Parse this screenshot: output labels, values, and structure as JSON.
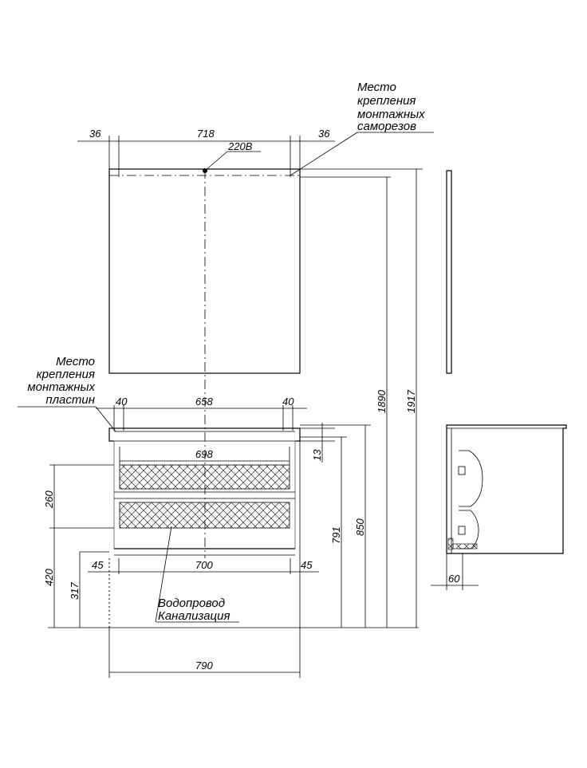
{
  "labels": {
    "mirror_mount_line1": "Место",
    "mirror_mount_line2": "крепления",
    "mirror_mount_line3": "монтажных",
    "mirror_mount_line4": "саморезов",
    "cabinet_mount_line1": "Место",
    "cabinet_mount_line2": "крепления",
    "cabinet_mount_line3": "монтажных",
    "cabinet_mount_line4": "пластин",
    "power": "220В",
    "water_supply": "Водопровод",
    "sewer": "Канализация"
  },
  "dimensions": {
    "mirror_side_left": "36",
    "mirror_center": "718",
    "mirror_side_right": "36",
    "plate_left": "40",
    "plate_center": "658",
    "plate_right": "40",
    "drawer_width": "698",
    "top_thickness": "13",
    "cabinet_total_width": "790",
    "pipe_zone_left": "45",
    "pipe_zone_center": "700",
    "pipe_zone_right": "45",
    "drawers_height": "260",
    "lower_height": "420",
    "pipe_height": "317",
    "cabinet_top_height": "791",
    "cabinet_height": "850",
    "mirror_mount_height": "1890",
    "mirror_top_height": "1917",
    "side_depth": "60"
  }
}
